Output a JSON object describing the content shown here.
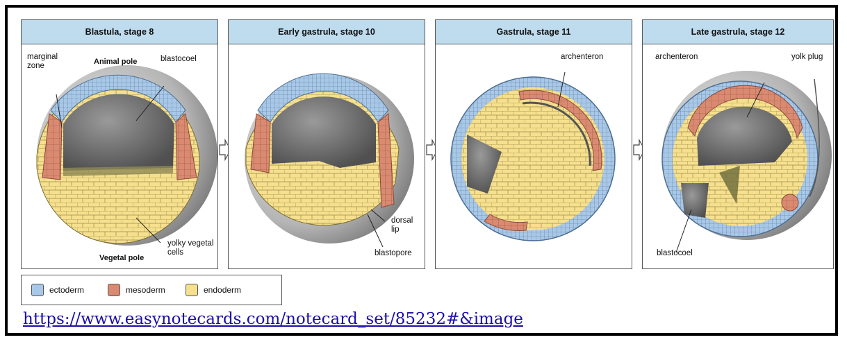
{
  "panels": [
    {
      "title": "Blastula, stage 8",
      "labels": {
        "marginal_zone": "marginal zone",
        "animal_pole": "Animal pole",
        "blastocoel": "blastocoel",
        "yolky": "yolky vegetal cells",
        "vegetal_pole": "Vegetal pole"
      }
    },
    {
      "title": "Early gastrula, stage 10",
      "labels": {
        "dorsal_lip": "dorsal lip",
        "blastopore": "blastopore"
      }
    },
    {
      "title": "Gastrula, stage 11",
      "labels": {
        "archenteron": "archenteron"
      }
    },
    {
      "title": "Late gastrula, stage 12",
      "labels": {
        "archenteron": "archenteron",
        "yolk_plug": "yolk plug",
        "blastocoel": "blastocoel"
      }
    }
  ],
  "legend": [
    {
      "label": "ectoderm",
      "color": "#a9c8e8"
    },
    {
      "label": "mesoderm",
      "color": "#d98a70"
    },
    {
      "label": "endoderm",
      "color": "#f6e08e"
    }
  ],
  "colors": {
    "ectoderm": "#a9c8e8",
    "mesoderm": "#d98a70",
    "endoderm": "#f6e08e",
    "shell": "#b9b9b9",
    "cavity": "#6e6e6e",
    "title_bar": "#bfdcef"
  },
  "source_link": "https://www.easynotecards.com/notecard_set/85232#&image"
}
